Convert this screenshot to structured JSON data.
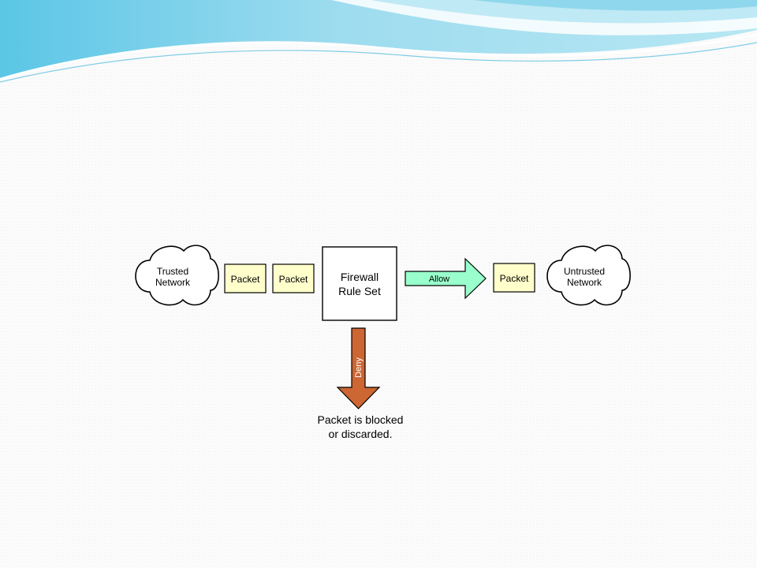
{
  "diagram": {
    "trusted_network": {
      "line1": "Trusted",
      "line2": "Network"
    },
    "untrusted_network": {
      "line1": "Untrusted",
      "line2": "Network"
    },
    "packet_label": "Packet",
    "firewall": {
      "line1": "Firewall",
      "line2": "Rule Set"
    },
    "allow_label": "Allow",
    "deny_label": "Deny",
    "result": {
      "line1": "Packet is blocked",
      "line2": "or discarded."
    }
  },
  "colors": {
    "packet_fill": "#ffffcc",
    "allow_arrow": "#99ffcc",
    "deny_arrow": "#cc6633",
    "header_wave_light": "#dff4fa",
    "header_wave_mid": "#8fd7ec",
    "header_wave_dark": "#3fb6dc"
  }
}
